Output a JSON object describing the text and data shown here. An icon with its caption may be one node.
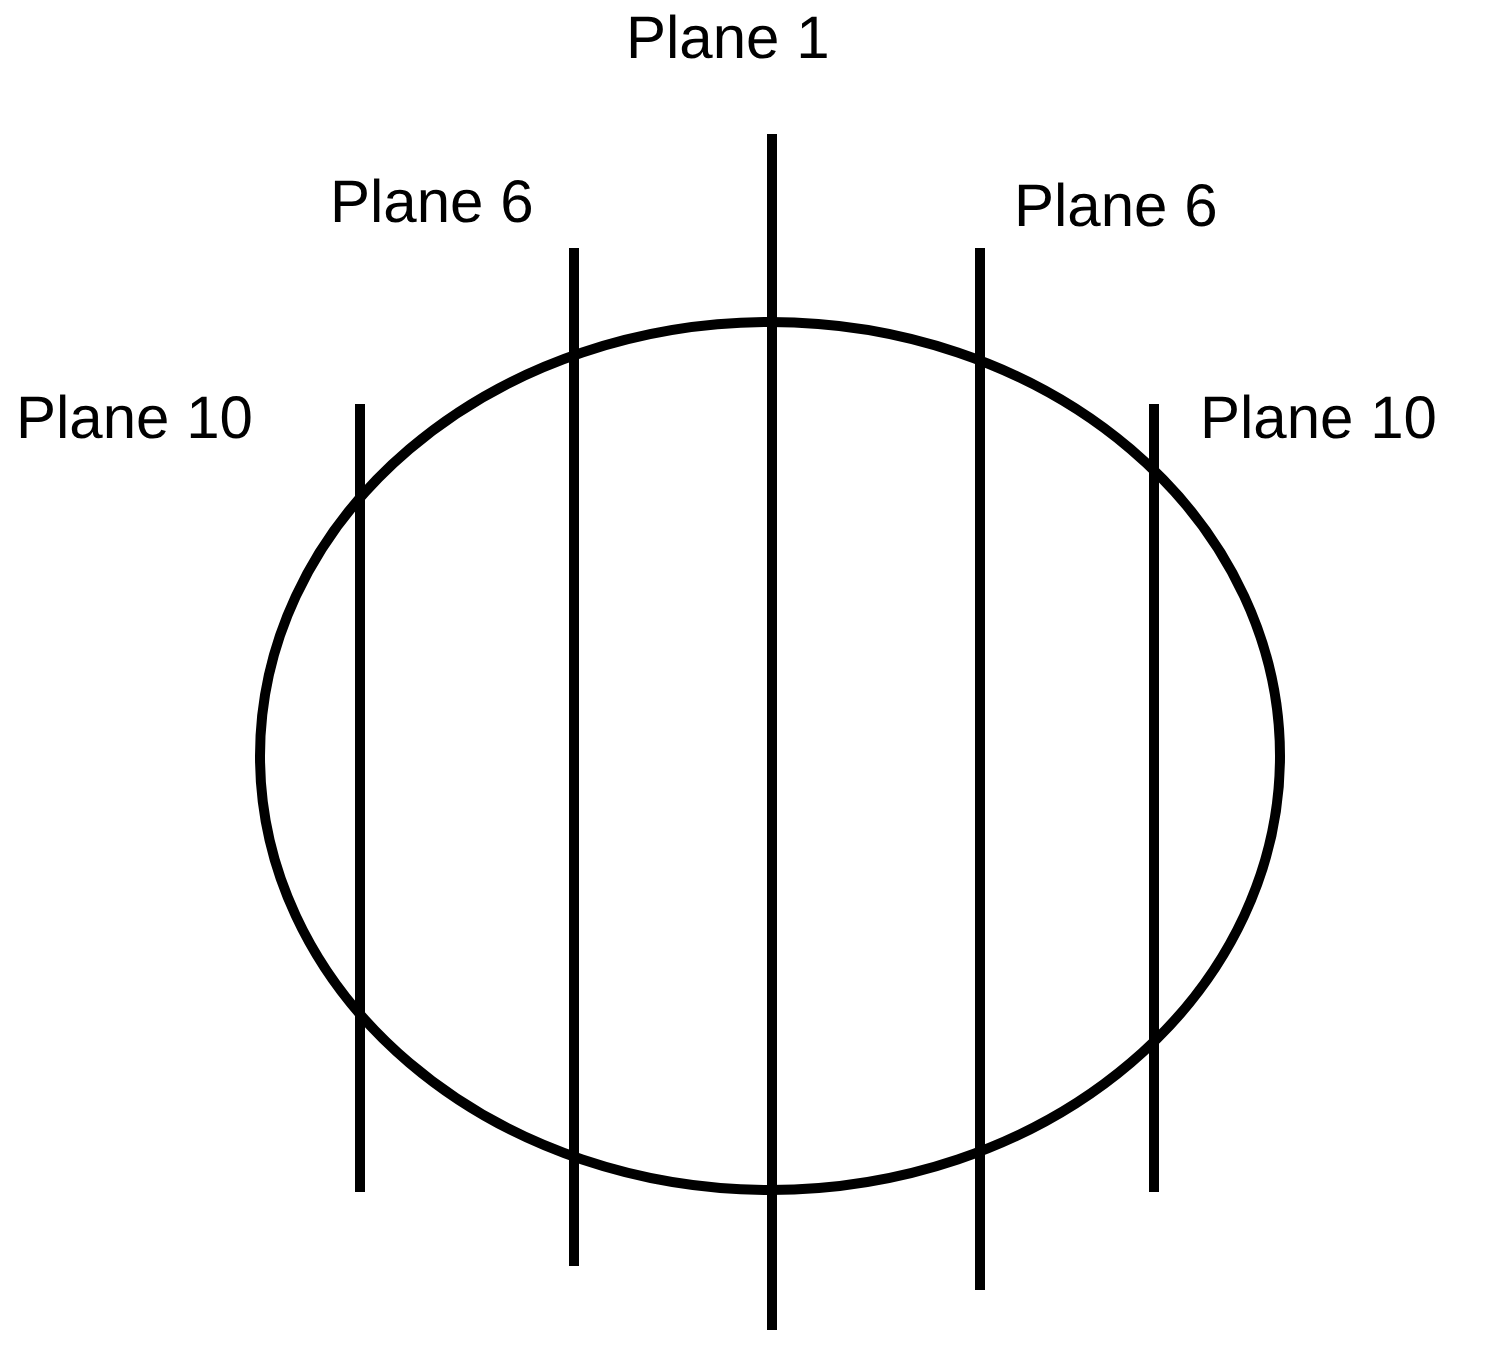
{
  "diagram": {
    "labels": [
      "Plane 1",
      "Plane 6",
      "Plane 6",
      "Plane 10",
      "Plane 10"
    ]
  }
}
